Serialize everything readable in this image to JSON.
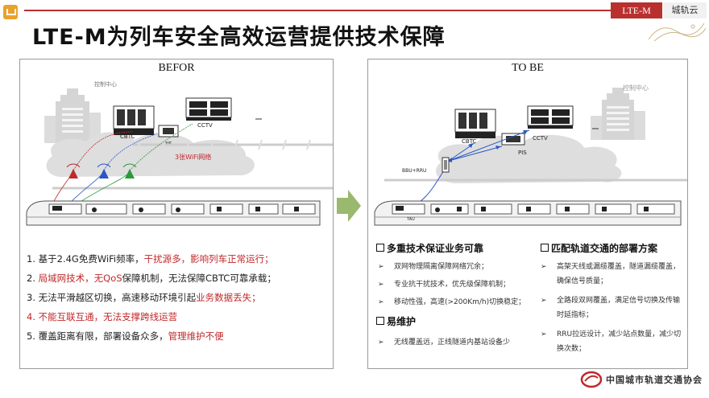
{
  "header": {
    "title": "LTE-M为列车安全高效运营提供技术保障",
    "tag_primary": "LTE-M",
    "tag_secondary": "城轨云"
  },
  "before": {
    "title": "BEFOR",
    "control_center": "控制中心",
    "cbtc": "CBTC",
    "pis": "PIS",
    "cctv": "CCTV",
    "wifi_note": "3张WiFi网络",
    "items": [
      {
        "parts": [
          {
            "t": "1. 基于2.4G免费WiFi频率，",
            "red": false
          },
          {
            "t": "干扰源多，影响列车正常运行；",
            "red": true
          }
        ]
      },
      {
        "parts": [
          {
            "t": "2. ",
            "red": false
          },
          {
            "t": "局域网技术，无QoS",
            "red": true
          },
          {
            "t": "保障机制，无法保障CBTC可靠承载；",
            "red": false
          }
        ]
      },
      {
        "parts": [
          {
            "t": "3. 无法平滑越区切换，高速移动环境引起",
            "red": false
          },
          {
            "t": "业务数据丢失；",
            "red": true
          }
        ]
      },
      {
        "parts": [
          {
            "t": "4. 不能互联互通，无法支撑跨线运营",
            "red": true
          }
        ]
      },
      {
        "parts": [
          {
            "t": "5. 覆盖距离有限，部署设备众多，",
            "red": false
          },
          {
            "t": "管理维护不便",
            "red": true
          }
        ]
      }
    ]
  },
  "tobe": {
    "title": "TO BE",
    "control_center": "控制中心",
    "cbtc": "CBTC",
    "pis": "PIS",
    "cctv": "CCTV",
    "bbu": "BBU+RRU",
    "tau": "TAU",
    "sec1_title": "多重技术保证业务可靠",
    "sec1_items": [
      "双网物理隔离保障网络冗余；",
      "专业抗干扰技术，优先级保障机制；",
      "移动性强，高速(>200Km/h)切换稳定；"
    ],
    "sec2_title": "易维护",
    "sec2_items": [
      "无线覆盖远，正线隧道内基站设备少"
    ],
    "sec3_title": "匹配轨道交通的部署方案",
    "sec3_items": [
      "高架天线或漏缆覆盖，隧道漏缆覆盖，确保信号质量；",
      "全路段双网覆盖，满足信号切换及传输时延指标；",
      "RRU拉远设计，减少站点数量，减少切换次数；"
    ]
  },
  "footer": {
    "org": "中国城市轨道交通协会"
  },
  "colors": {
    "accent": "#b8312f",
    "red_text": "#c0282a",
    "link_blue": "#2a56c6",
    "link_red": "#c0282a",
    "link_green": "#2a9a3a"
  }
}
